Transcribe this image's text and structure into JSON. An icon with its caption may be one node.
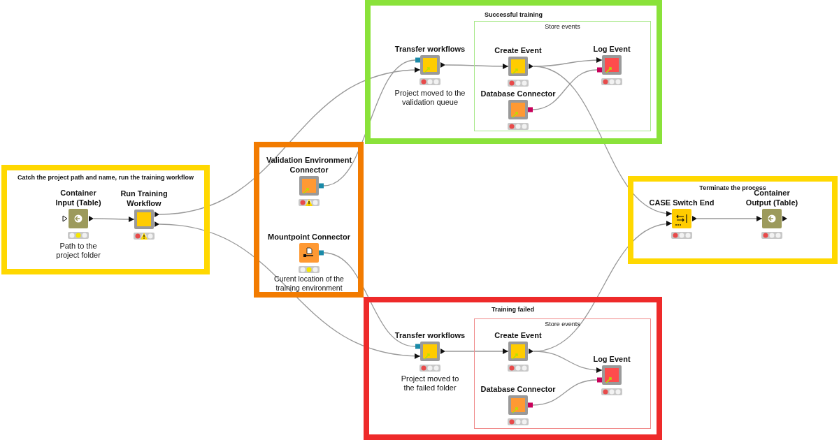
{
  "diagram": {
    "nodes": [
      {
        "text": [
          "Successful training"
        ]
      },
      {
        "text": [
          "Store events"
        ],
        "in": 0
      },
      {
        "text": [
          "Transfer workflows"
        ],
        "in": 0,
        "beside": [
          "Project moved to the validation queue"
        ]
      },
      {
        "text": [
          "Create Event"
        ],
        "in": 1
      },
      {
        "text": [
          "Log Event"
        ],
        "in": 1
      },
      {
        "text": [
          "Database Connector"
        ],
        "in": 1
      },
      {
        "text": [
          "Catch the project path and name, run the training workflow"
        ]
      },
      {
        "text": [
          "Container Input (Table)"
        ],
        "in": 6,
        "beside": [
          "Path to the project folder"
        ]
      },
      {
        "text": [
          "Run Training Workflow"
        ],
        "in": 6
      },
      {
        "text": [],
        "shape": "box"
      },
      {
        "text": [
          "Validation Environment Connector"
        ],
        "in": 9
      },
      {
        "text": [
          "Mountpoint Connector"
        ],
        "in": 9,
        "beside": [
          "Curent location of the training environment"
        ]
      },
      {
        "text": [
          "Terminate the process"
        ]
      },
      {
        "text": [
          "CASE Switch End"
        ],
        "in": 12
      },
      {
        "text": [
          "Container Output (Table)"
        ],
        "in": 12
      },
      {
        "text": [
          "Training failed"
        ]
      },
      {
        "text": [
          "Store events"
        ],
        "in": 15
      },
      {
        "text": [
          "Transfer workflows"
        ],
        "in": 15,
        "beside": [
          "Project moved to the failed folder"
        ]
      },
      {
        "text": [
          "Create Event"
        ],
        "in": 16
      },
      {
        "text": [
          "Log Event"
        ],
        "in": 16
      },
      {
        "text": [
          "Database Connector"
        ],
        "in": 16
      }
    ],
    "edges": [
      {
        "from": 7,
        "to": 8,
        "arrow": "to"
      },
      {
        "from": 8,
        "to": 2,
        "arrow": "to"
      },
      {
        "from": 8,
        "to": 17,
        "arrow": "to"
      },
      {
        "from": 10,
        "to": 2,
        "arrow": "none"
      },
      {
        "from": 11,
        "to": 17,
        "arrow": "none"
      },
      {
        "from": 2,
        "to": 3,
        "arrow": "to"
      },
      {
        "from": 3,
        "to": 4,
        "arrow": "to"
      },
      {
        "from": 5,
        "to": 4,
        "arrow": "none"
      },
      {
        "from": 3,
        "to": 13,
        "arrow": "to"
      },
      {
        "from": 17,
        "to": 18,
        "arrow": "to"
      },
      {
        "from": 18,
        "to": 19,
        "arrow": "to"
      },
      {
        "from": 20,
        "to": 19,
        "arrow": "none"
      },
      {
        "from": 18,
        "to": 13,
        "arrow": "to"
      },
      {
        "from": 13,
        "to": 14,
        "arrow": "to"
      }
    ]
  }
}
